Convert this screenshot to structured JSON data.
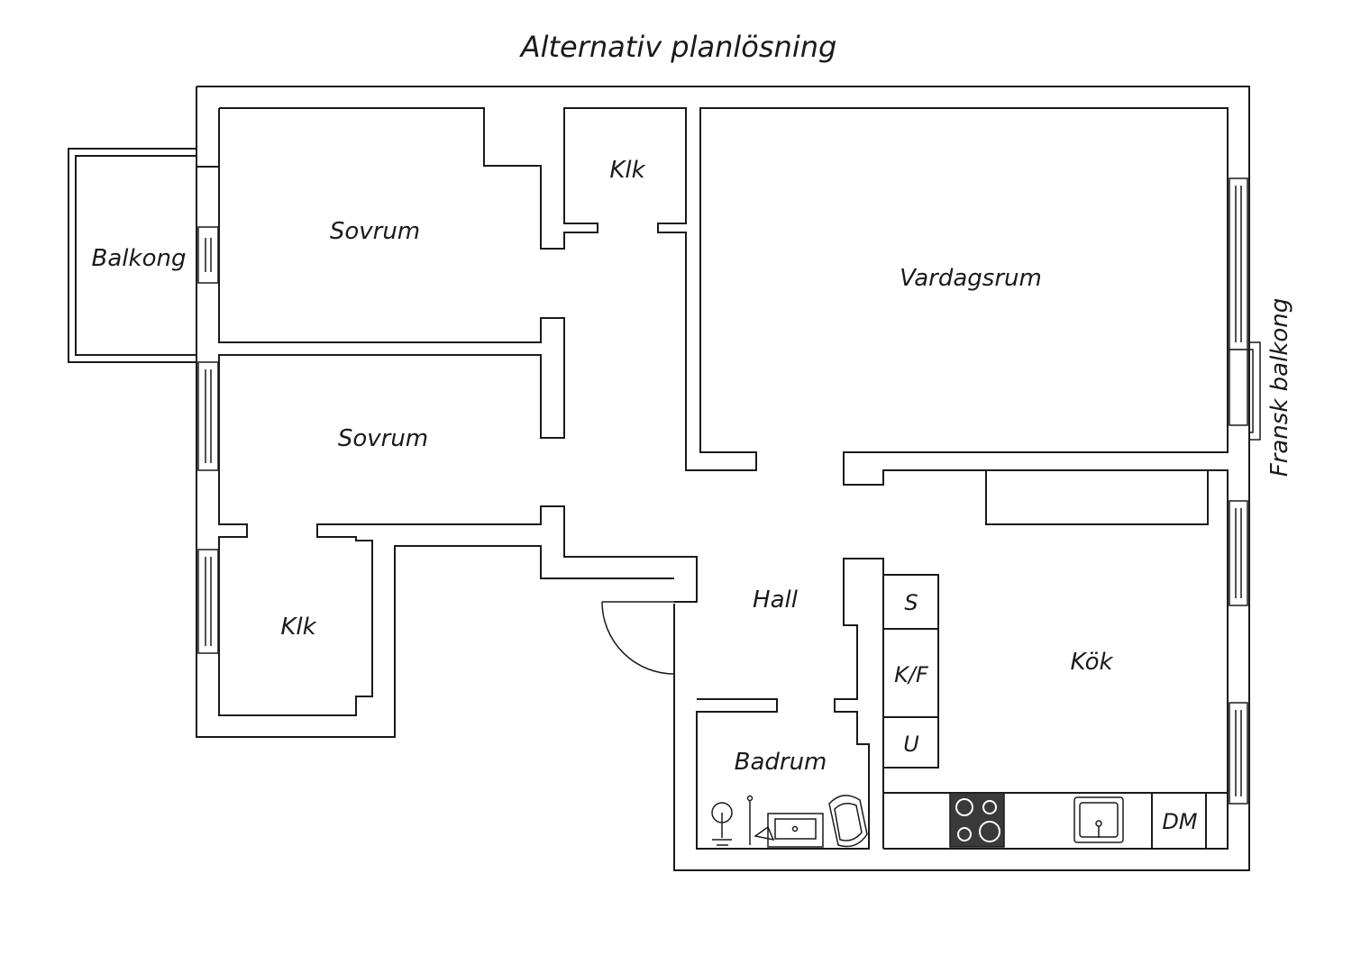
{
  "title": "Alternativ planlösning",
  "rooms": {
    "balkong": "Balkong",
    "sovrum_top": "Sovrum",
    "klk_top": "Klk",
    "vardagsrum": "Vardagsrum",
    "fransk_balkong": "Fransk balkong",
    "sovrum_mid": "Sovrum",
    "klk_bottom": "Klk",
    "hall": "Hall",
    "kok": "Kök",
    "badrum": "Badrum"
  },
  "cabinets": {
    "s": "S",
    "kf": "K/F",
    "u": "U",
    "dm": "DM"
  },
  "colors": {
    "line": "#1a1a1a",
    "stove": "#3a3a3a",
    "background": "#ffffff"
  }
}
